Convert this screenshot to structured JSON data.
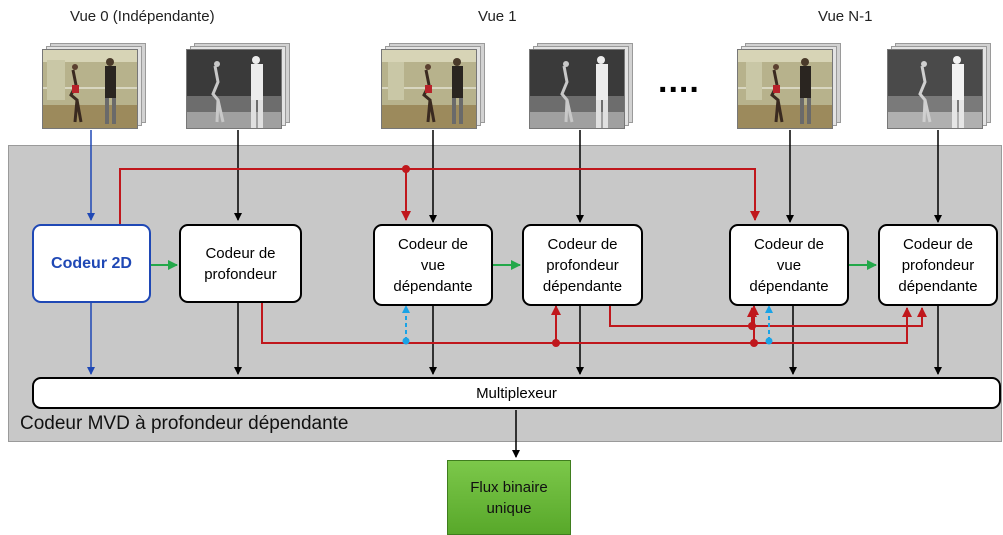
{
  "views": [
    {
      "title": "Vue 0 (Indépendante)"
    },
    {
      "title": "Vue 1"
    },
    {
      "title": "Vue N-1"
    }
  ],
  "ellipsis": "....",
  "encoder_panel": {
    "caption": "Codeur MVD à profondeur dépendante"
  },
  "blocks": {
    "coder2d": "Codeur 2D",
    "depth0": "Codeur de\nprofondeur",
    "view1": "Codeur de\nvue\ndépendante",
    "depth1": "Codeur de\nprofondeur\ndépendante",
    "viewN": "Codeur de\nvue\ndépendante",
    "depthN": "Codeur de\nprofondeur\ndépendante"
  },
  "multiplexer": "Multiplexeur",
  "output": "Flux binaire\nunique",
  "colors": {
    "texture_link": "#1f48b5",
    "inter_view_link": "#c0171c",
    "depth_link": "#23a84a",
    "dashed_link": "#1aa3e6",
    "output_fill": "#6fbf3c",
    "panel": "#c8c8c8"
  }
}
